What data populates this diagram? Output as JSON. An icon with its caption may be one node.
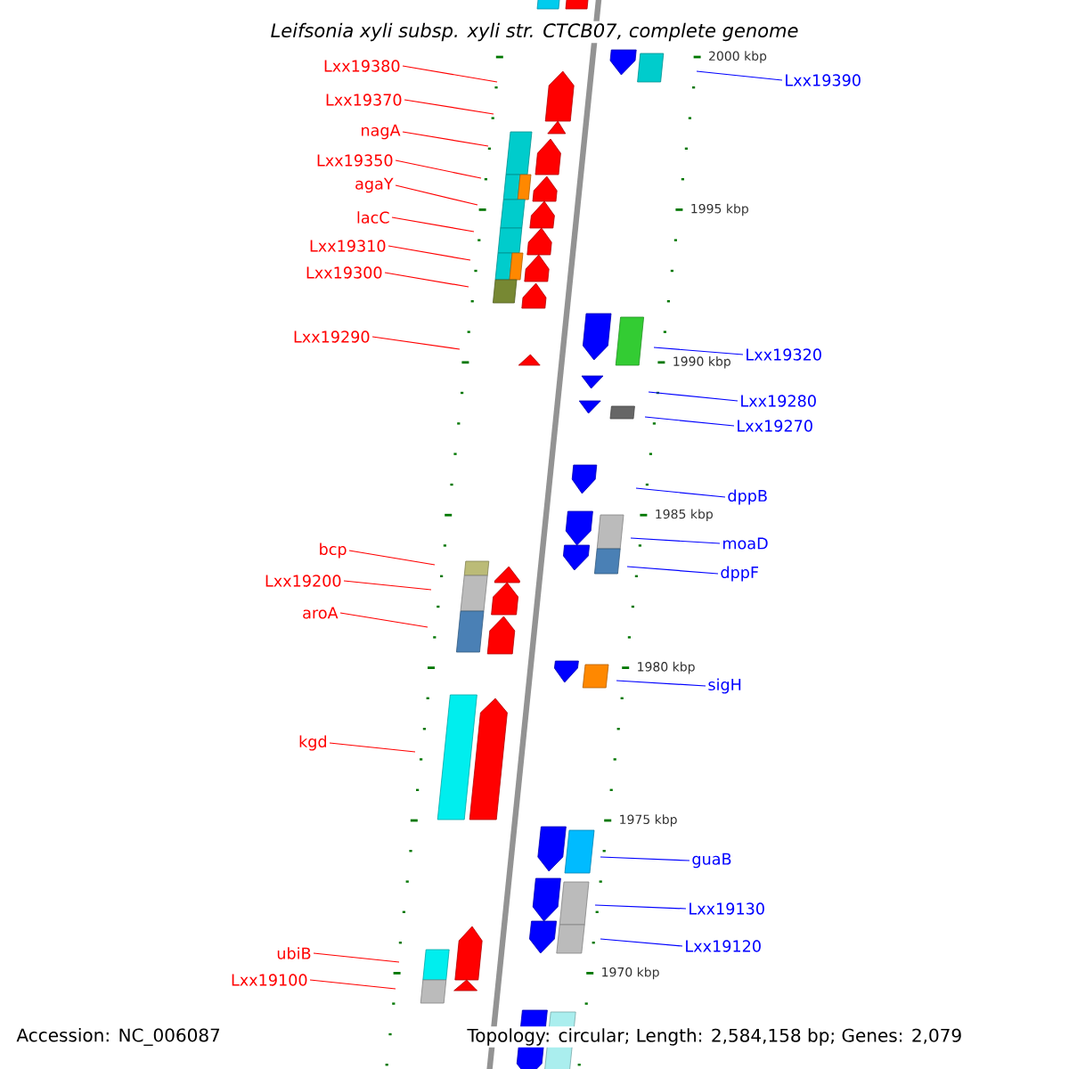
{
  "diagram": {
    "title": "Leifsonia xyli subsp. xyli str. CTCB07, complete genome",
    "nodes": [
      {
        "text": [
          "Lxx19380"
        ]
      },
      {
        "text": [
          "Lxx19390"
        ]
      },
      {
        "text": [
          "Lxx19370"
        ]
      },
      {
        "text": [
          "nagA"
        ]
      },
      {
        "text": [
          "Lxx19350"
        ]
      },
      {
        "text": [
          "agaY"
        ]
      },
      {
        "text": [
          "lacC"
        ]
      },
      {
        "text": [
          "Lxx19310"
        ]
      },
      {
        "text": [
          "Lxx19300"
        ]
      },
      {
        "text": [
          "Lxx19290"
        ]
      },
      {
        "text": [
          "Lxx19320"
        ]
      },
      {
        "text": [
          "Lxx19280"
        ]
      },
      {
        "text": [
          "Lxx19270"
        ]
      },
      {
        "text": [
          "dppB"
        ]
      },
      {
        "text": [
          "moaD"
        ]
      },
      {
        "text": [
          "bcp"
        ]
      },
      {
        "text": [
          "dppF"
        ]
      },
      {
        "text": [
          "Lxx19200"
        ]
      },
      {
        "text": [
          "aroA"
        ]
      },
      {
        "text": [
          "sigH"
        ]
      },
      {
        "text": [
          "kgd"
        ]
      },
      {
        "text": [
          "guaB"
        ]
      },
      {
        "text": [
          "Lxx19130"
        ]
      },
      {
        "text": [
          "Lxx19120"
        ]
      },
      {
        "text": [
          "ubiB"
        ]
      },
      {
        "text": [
          "Lxx19100"
        ]
      }
    ],
    "edges": [
      {
        "from": 0,
        "to": null,
        "arrow": "none",
        "color": "#ff0000"
      },
      {
        "from": 1,
        "to": null,
        "arrow": "none",
        "color": "#0000ff"
      },
      {
        "from": 2,
        "to": null,
        "arrow": "none",
        "color": "#ff0000"
      },
      {
        "from": 3,
        "to": null,
        "arrow": "none",
        "color": "#ff0000"
      },
      {
        "from": 4,
        "to": null,
        "arrow": "none",
        "color": "#ff0000"
      },
      {
        "from": 5,
        "to": null,
        "arrow": "none",
        "color": "#ff0000"
      },
      {
        "from": 6,
        "to": null,
        "arrow": "none",
        "color": "#ff0000"
      },
      {
        "from": 7,
        "to": null,
        "arrow": "none",
        "color": "#ff0000"
      },
      {
        "from": 8,
        "to": null,
        "arrow": "none",
        "color": "#ff0000"
      },
      {
        "from": 9,
        "to": null,
        "arrow": "none",
        "color": "#ff0000"
      },
      {
        "from": 10,
        "to": null,
        "arrow": "none",
        "color": "#0000ff"
      },
      {
        "from": 11,
        "to": null,
        "arrow": "none",
        "color": "#0000ff"
      },
      {
        "from": 12,
        "to": null,
        "arrow": "none",
        "color": "#0000ff"
      },
      {
        "from": 13,
        "to": null,
        "arrow": "none",
        "color": "#0000ff"
      },
      {
        "from": 14,
        "to": null,
        "arrow": "none",
        "color": "#0000ff"
      },
      {
        "from": 15,
        "to": null,
        "arrow": "none",
        "color": "#ff0000"
      },
      {
        "from": 16,
        "to": null,
        "arrow": "none",
        "color": "#0000ff"
      },
      {
        "from": 17,
        "to": null,
        "arrow": "none",
        "color": "#ff0000"
      },
      {
        "from": 18,
        "to": null,
        "arrow": "none",
        "color": "#ff0000"
      },
      {
        "from": 19,
        "to": null,
        "arrow": "none",
        "color": "#0000ff"
      },
      {
        "from": 20,
        "to": null,
        "arrow": "none",
        "color": "#ff0000"
      },
      {
        "from": 21,
        "to": null,
        "arrow": "none",
        "color": "#0000ff"
      },
      {
        "from": 22,
        "to": null,
        "arrow": "none",
        "color": "#0000ff"
      },
      {
        "from": 23,
        "to": null,
        "arrow": "none",
        "color": "#0000ff"
      },
      {
        "from": 24,
        "to": null,
        "arrow": "none",
        "color": "#ff0000"
      },
      {
        "from": 25,
        "to": null,
        "arrow": "none",
        "color": "#ff0000"
      }
    ],
    "labels": [
      "2000 kbp",
      "1995 kbp",
      "1990 kbp",
      "1985 kbp",
      "1980 kbp",
      "1975 kbp",
      "1970 kbp",
      "Accession: NC_006087",
      "Topology: circular; Length: 2,584,158 bp; Genes: 2,079"
    ]
  }
}
